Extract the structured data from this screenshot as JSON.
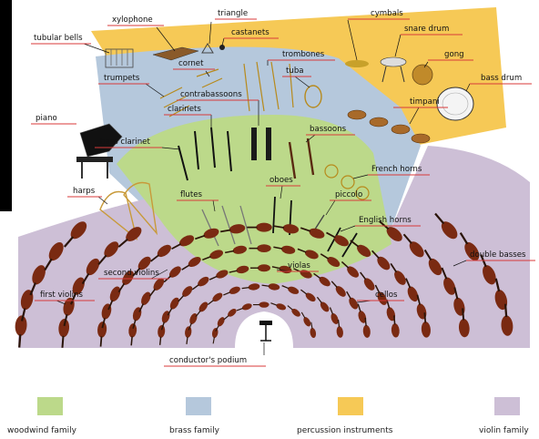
{
  "colors": {
    "woodwind": "#bcd98a",
    "brass": "#b5c8dc",
    "percussion": "#f6c956",
    "violin": "#cdbfd6",
    "label_underline": "#d83a3a",
    "instrument": "#7a2a12",
    "side_panel": "#000000"
  },
  "labels": {
    "xylophone": "xylophone",
    "triangle": "triangle",
    "cymbals": "cymbals",
    "tubular_bells": "tubular bells",
    "castanets": "castanets",
    "snare_drum": "snare drum",
    "trombones": "trombones",
    "gong": "gong",
    "cornet": "cornet",
    "tuba": "tuba",
    "bass_drum": "bass drum",
    "trumpets": "trumpets",
    "contrabassoons": "contrabassoons",
    "timpani": "timpani",
    "piano": "piano",
    "clarinets": "clarinets",
    "bassoons": "bassoons",
    "bass_clarinet": "bass clarinet",
    "french_horns": "French horns",
    "oboes": "oboes",
    "harps": "harps",
    "flutes": "flutes",
    "piccolo": "piccolo",
    "english_horns": "English horns",
    "double_basses": "double basses",
    "violas": "violas",
    "second_violins": "second violins",
    "cellos": "cellos",
    "first_violins": "first violins",
    "conductors_podium": "conductor's podium"
  },
  "legend": {
    "woodwind": "woodwind family",
    "brass": "brass family",
    "percussion": "percussion instruments",
    "violin": "violin family"
  }
}
